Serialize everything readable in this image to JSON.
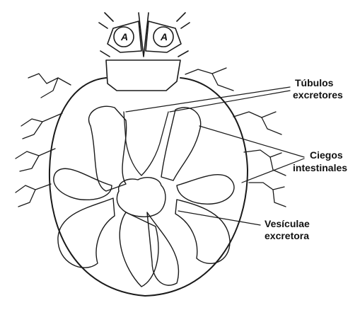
{
  "colors": {
    "ink": "#1a1a1a",
    "background": "#ffffff",
    "stipple_fill": "#d9d9d9"
  },
  "labels": {
    "tubulos_line1": "Túbulos",
    "tubulos_line2": "excretores",
    "ciegos_line1": "Ciegos",
    "ciegos_line2": "intestinales",
    "vesicula_line1": "Vesículae",
    "vesicula_line2": "excretora"
  },
  "gnathosoma": {
    "palp_letter_left": "A",
    "palp_letter_right": "A"
  }
}
